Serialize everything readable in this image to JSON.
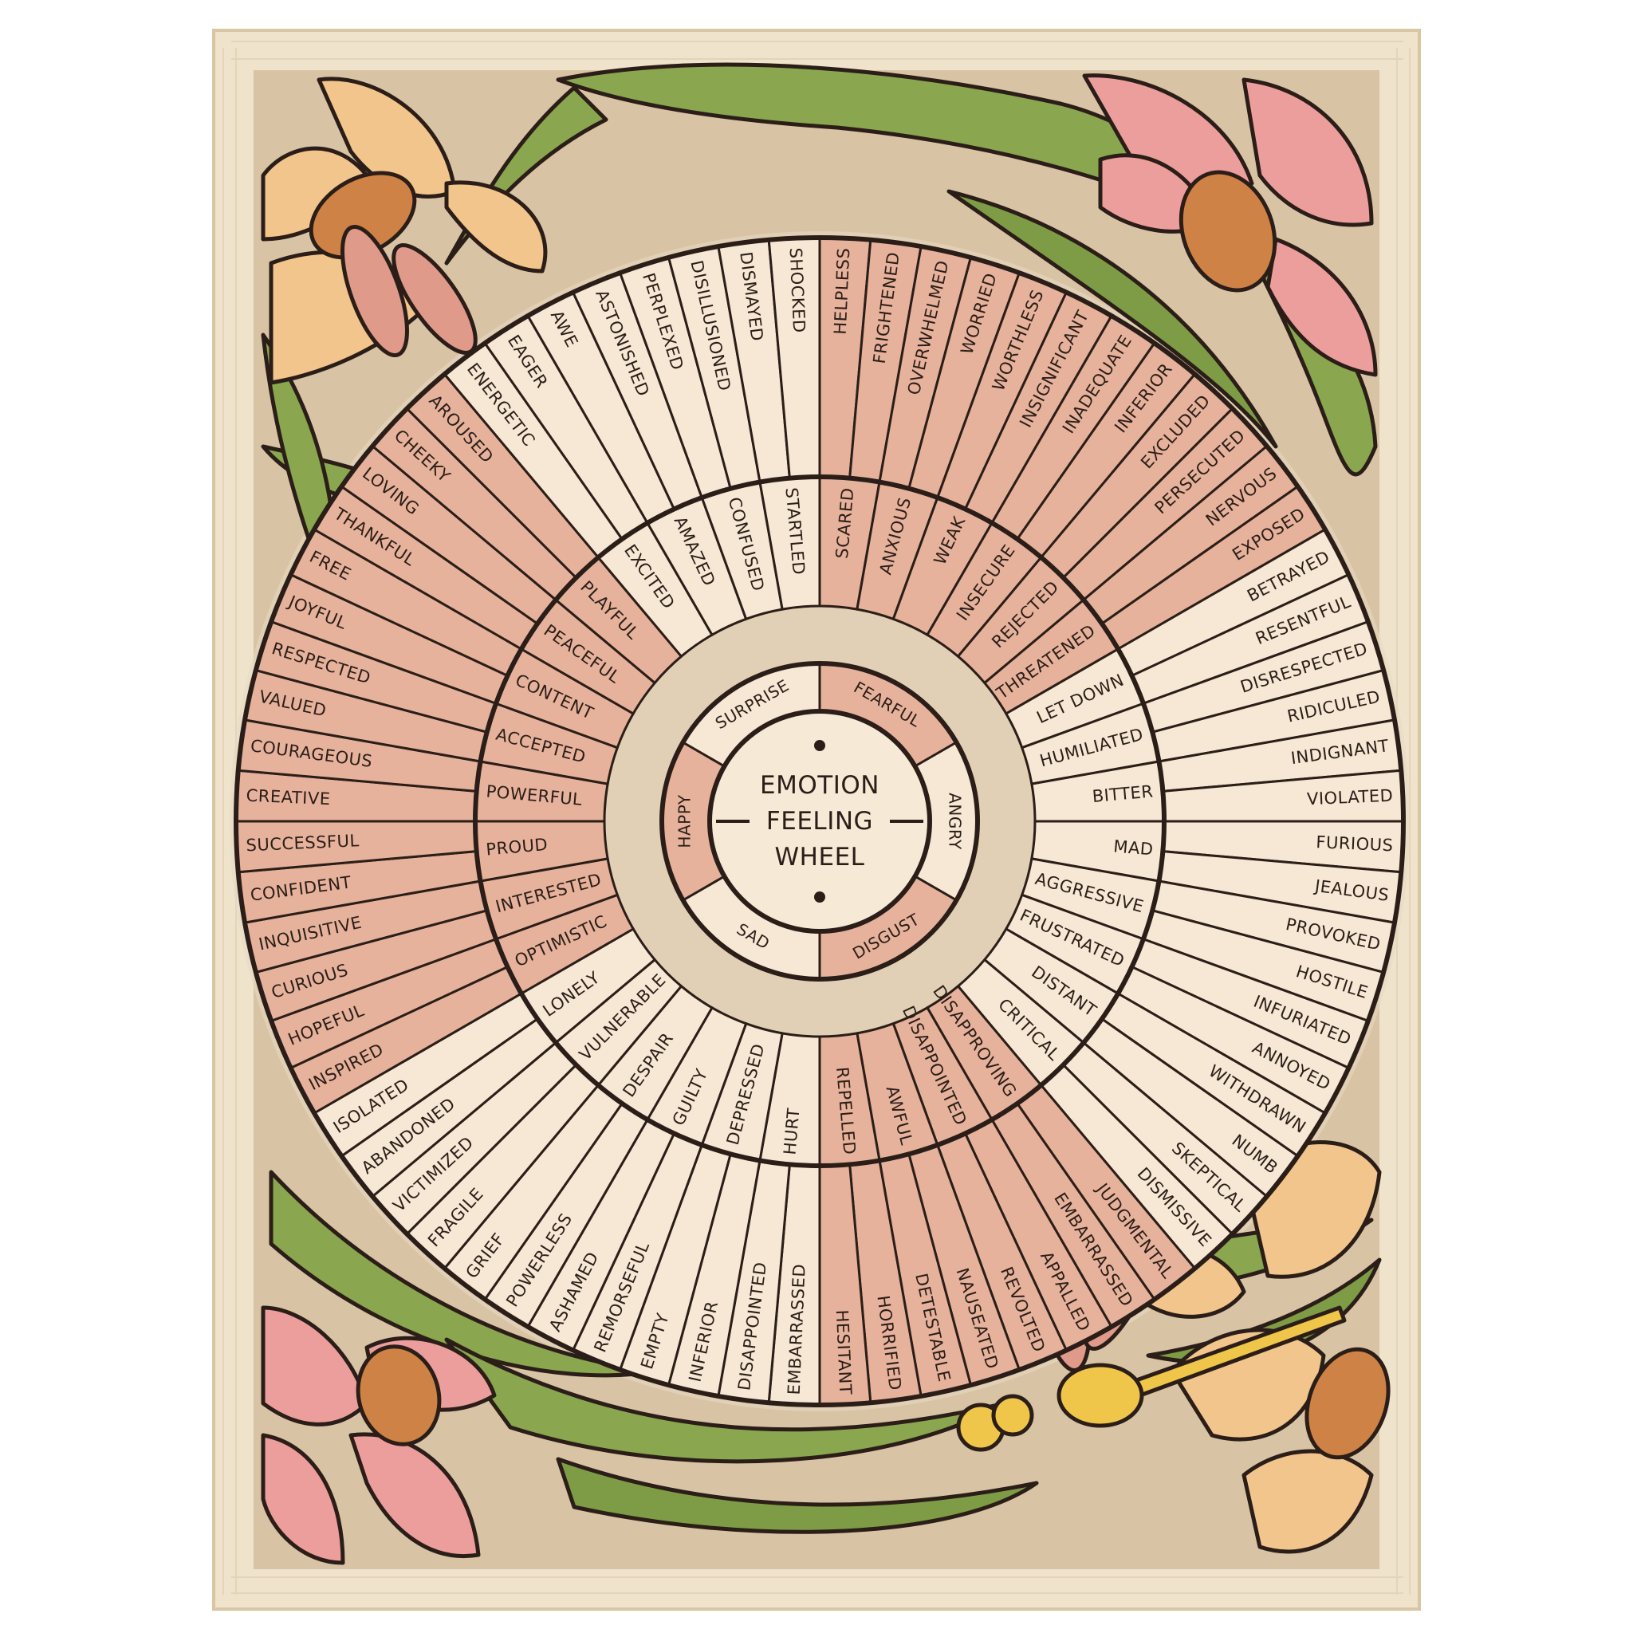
{
  "title": {
    "line1": "EMOTION",
    "line2": "FEELING",
    "line3": "WHEEL"
  },
  "colors": {
    "frame": "#efe3cc",
    "frame_grain": "#d9c6a3",
    "background": "#d9c3a5",
    "halo": "#e7dac4",
    "ink": "#2b1e18",
    "pink_segment": "#e6b29c",
    "cream_segment": "#f6e8d5",
    "center": "#f6e9d6",
    "leaf": "#8aa64f",
    "leaf_dark": "#6f8e3b",
    "peach_petal": "#f2c58c",
    "pink_petal": "#ec9e9c",
    "flower_center": "#cf8246",
    "dragonfly_body": "#f0c64a",
    "dragonfly_wing": "#e09a8a"
  },
  "decor": {
    "frame": "wood-frame",
    "flowers": [
      "peach-flower",
      "pink-flower",
      "pink-flower",
      "peach-flower"
    ],
    "dragonflies": [
      "dragonfly",
      "dragonfly"
    ]
  },
  "wheel": {
    "core": [
      {
        "label": "FEARFUL",
        "tone": "pink"
      },
      {
        "label": "ANGRY",
        "tone": "cream"
      },
      {
        "label": "DISGUST",
        "tone": "pink"
      },
      {
        "label": "SAD",
        "tone": "cream"
      },
      {
        "label": "HAPPY",
        "tone": "pink"
      },
      {
        "label": "SURPRISE",
        "tone": "cream"
      }
    ],
    "middle": [
      {
        "label": "SCARED",
        "tone": "pink"
      },
      {
        "label": "ANXIOUS",
        "tone": "pink"
      },
      {
        "label": "WEAK",
        "tone": "pink"
      },
      {
        "label": "INSECURE",
        "tone": "pink"
      },
      {
        "label": "REJECTED",
        "tone": "pink"
      },
      {
        "label": "THREATENED",
        "tone": "pink"
      },
      {
        "label": "LET DOWN",
        "tone": "cream"
      },
      {
        "label": "HUMILIATED",
        "tone": "cream"
      },
      {
        "label": "BITTER",
        "tone": "cream"
      },
      {
        "label": "MAD",
        "tone": "cream"
      },
      {
        "label": "AGGRESSIVE",
        "tone": "cream"
      },
      {
        "label": "FRUSTRATED",
        "tone": "cream"
      },
      {
        "label": "DISTANT",
        "tone": "cream"
      },
      {
        "label": "CRITICAL",
        "tone": "cream"
      },
      {
        "label": "DISAPPROVING",
        "tone": "pink"
      },
      {
        "label": "DISAPPOINTED",
        "tone": "pink"
      },
      {
        "label": "AWFUL",
        "tone": "pink"
      },
      {
        "label": "REPELLED",
        "tone": "pink"
      },
      {
        "label": "HURT",
        "tone": "cream"
      },
      {
        "label": "DEPRESSED",
        "tone": "cream"
      },
      {
        "label": "GUILTY",
        "tone": "cream"
      },
      {
        "label": "DESPAIR",
        "tone": "cream"
      },
      {
        "label": "VULNERABLE",
        "tone": "cream"
      },
      {
        "label": "LONELY",
        "tone": "cream"
      },
      {
        "label": "OPTIMISTIC",
        "tone": "pink"
      },
      {
        "label": "INTERESTED",
        "tone": "pink"
      },
      {
        "label": "PROUD",
        "tone": "pink"
      },
      {
        "label": "POWERFUL",
        "tone": "pink"
      },
      {
        "label": "ACCEPTED",
        "tone": "pink"
      },
      {
        "label": "CONTENT",
        "tone": "pink"
      },
      {
        "label": "PEACEFUL",
        "tone": "pink"
      },
      {
        "label": "PLAYFUL",
        "tone": "pink"
      },
      {
        "label": "EXCITED",
        "tone": "cream"
      },
      {
        "label": "AMAZED",
        "tone": "cream"
      },
      {
        "label": "CONFUSED",
        "tone": "cream"
      },
      {
        "label": "STARTLED",
        "tone": "cream"
      }
    ],
    "outer": [
      {
        "label": "HELPLESS",
        "tone": "pink"
      },
      {
        "label": "FRIGHTENED",
        "tone": "pink"
      },
      {
        "label": "OVERWHELMED",
        "tone": "pink"
      },
      {
        "label": "WORRIED",
        "tone": "pink"
      },
      {
        "label": "WORTHLESS",
        "tone": "pink"
      },
      {
        "label": "INSIGNIFICANT",
        "tone": "pink"
      },
      {
        "label": "INADEQUATE",
        "tone": "pink"
      },
      {
        "label": "INFERIOR",
        "tone": "pink"
      },
      {
        "label": "EXCLUDED",
        "tone": "pink"
      },
      {
        "label": "PERSECUTED",
        "tone": "pink"
      },
      {
        "label": "NERVOUS",
        "tone": "pink"
      },
      {
        "label": "EXPOSED",
        "tone": "pink"
      },
      {
        "label": "BETRAYED",
        "tone": "cream"
      },
      {
        "label": "RESENTFUL",
        "tone": "cream"
      },
      {
        "label": "DISRESPECTED",
        "tone": "cream"
      },
      {
        "label": "RIDICULED",
        "tone": "cream"
      },
      {
        "label": "INDIGNANT",
        "tone": "cream"
      },
      {
        "label": "VIOLATED",
        "tone": "cream"
      },
      {
        "label": "FURIOUS",
        "tone": "cream"
      },
      {
        "label": "JEALOUS",
        "tone": "cream"
      },
      {
        "label": "PROVOKED",
        "tone": "cream"
      },
      {
        "label": "HOSTILE",
        "tone": "cream"
      },
      {
        "label": "INFURIATED",
        "tone": "cream"
      },
      {
        "label": "ANNOYED",
        "tone": "cream"
      },
      {
        "label": "WITHDRAWN",
        "tone": "cream"
      },
      {
        "label": "NUMB",
        "tone": "cream"
      },
      {
        "label": "SKEPTICAL",
        "tone": "cream"
      },
      {
        "label": "DISMISSIVE",
        "tone": "cream"
      },
      {
        "label": "JUDGMENTAL",
        "tone": "pink"
      },
      {
        "label": "EMBARRASSED",
        "tone": "pink"
      },
      {
        "label": "APPALLED",
        "tone": "pink"
      },
      {
        "label": "REVOLTED",
        "tone": "pink"
      },
      {
        "label": "NAUSEATED",
        "tone": "pink"
      },
      {
        "label": "DETESTABLE",
        "tone": "pink"
      },
      {
        "label": "HORRIFIED",
        "tone": "pink"
      },
      {
        "label": "HESITANT",
        "tone": "pink"
      },
      {
        "label": "EMBARRASSED",
        "tone": "cream"
      },
      {
        "label": "DISAPPOINTED",
        "tone": "cream"
      },
      {
        "label": "INFERIOR",
        "tone": "cream"
      },
      {
        "label": "EMPTY",
        "tone": "cream"
      },
      {
        "label": "REMORSEFUL",
        "tone": "cream"
      },
      {
        "label": "ASHAMED",
        "tone": "cream"
      },
      {
        "label": "POWERLESS",
        "tone": "cream"
      },
      {
        "label": "GRIEF",
        "tone": "cream"
      },
      {
        "label": "FRAGILE",
        "tone": "cream"
      },
      {
        "label": "VICTIMIZED",
        "tone": "cream"
      },
      {
        "label": "ABANDONED",
        "tone": "cream"
      },
      {
        "label": "ISOLATED",
        "tone": "cream"
      },
      {
        "label": "INSPIRED",
        "tone": "pink"
      },
      {
        "label": "HOPEFUL",
        "tone": "pink"
      },
      {
        "label": "CURIOUS",
        "tone": "pink"
      },
      {
        "label": "INQUISITIVE",
        "tone": "pink"
      },
      {
        "label": "CONFIDENT",
        "tone": "pink"
      },
      {
        "label": "SUCCESSFUL",
        "tone": "pink"
      },
      {
        "label": "CREATIVE",
        "tone": "pink"
      },
      {
        "label": "COURAGEOUS",
        "tone": "pink"
      },
      {
        "label": "VALUED",
        "tone": "pink"
      },
      {
        "label": "RESPECTED",
        "tone": "pink"
      },
      {
        "label": "JOYFUL",
        "tone": "pink"
      },
      {
        "label": "FREE",
        "tone": "pink"
      },
      {
        "label": "THANKFUL",
        "tone": "pink"
      },
      {
        "label": "LOVING",
        "tone": "pink"
      },
      {
        "label": "CHEEKY",
        "tone": "pink"
      },
      {
        "label": "AROUSED",
        "tone": "pink"
      },
      {
        "label": "ENERGETIC",
        "tone": "cream"
      },
      {
        "label": "EAGER",
        "tone": "cream"
      },
      {
        "label": "AWE",
        "tone": "cream"
      },
      {
        "label": "ASTONISHED",
        "tone": "cream"
      },
      {
        "label": "PERPLEXED",
        "tone": "cream"
      },
      {
        "label": "DISILLUSIONED",
        "tone": "cream"
      },
      {
        "label": "DISMAYED",
        "tone": "cream"
      },
      {
        "label": "SHOCKED",
        "tone": "cream"
      }
    ]
  }
}
